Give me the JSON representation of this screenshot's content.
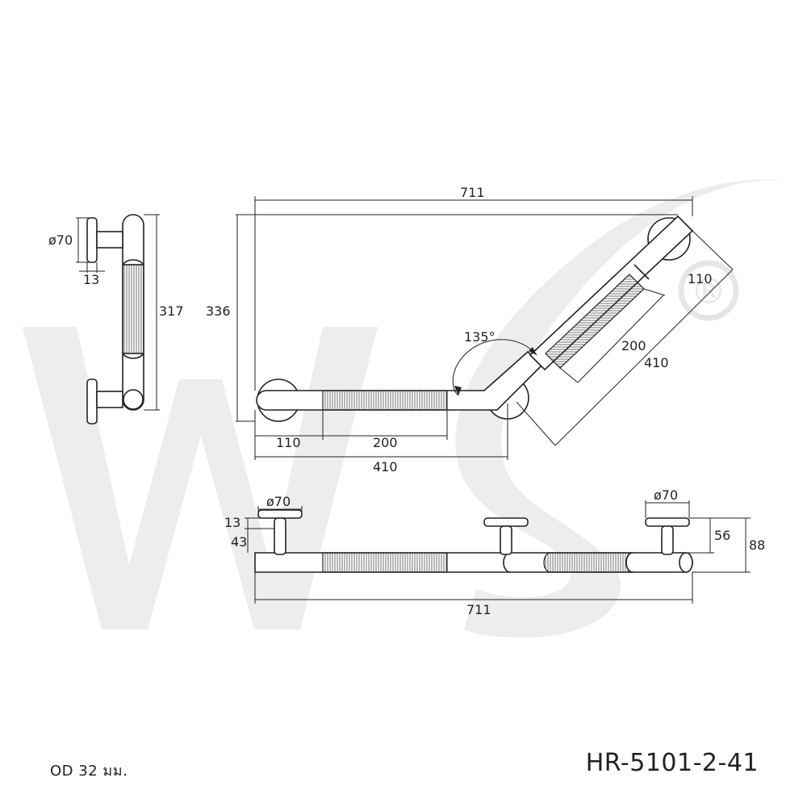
{
  "watermark": {
    "text": "WS",
    "mark": "®",
    "color": "#ededed"
  },
  "side_view": {
    "flange_diameter": "ø70",
    "flange_thickness": "13",
    "height": "317"
  },
  "front_view": {
    "overall_width": "711",
    "overall_height": "336",
    "angle": "135°",
    "horizontal_end": "110",
    "horizontal_grip": "200",
    "horizontal_total": "410",
    "angled_end": "110",
    "angled_grip": "200",
    "angled_total": "410"
  },
  "top_view": {
    "left_flange_diameter": "ø70",
    "right_flange_diameter": "ø70",
    "flange_thickness": "13",
    "left_projection": "43",
    "right_projection": "56",
    "total_projection": "88",
    "overall_length": "711"
  },
  "footer": {
    "od_note": "OD 32 มม.",
    "model_code": "HR-5101-2-41"
  },
  "colors": {
    "line": "#222222",
    "watermark": "#ededed",
    "background": "#ffffff"
  }
}
